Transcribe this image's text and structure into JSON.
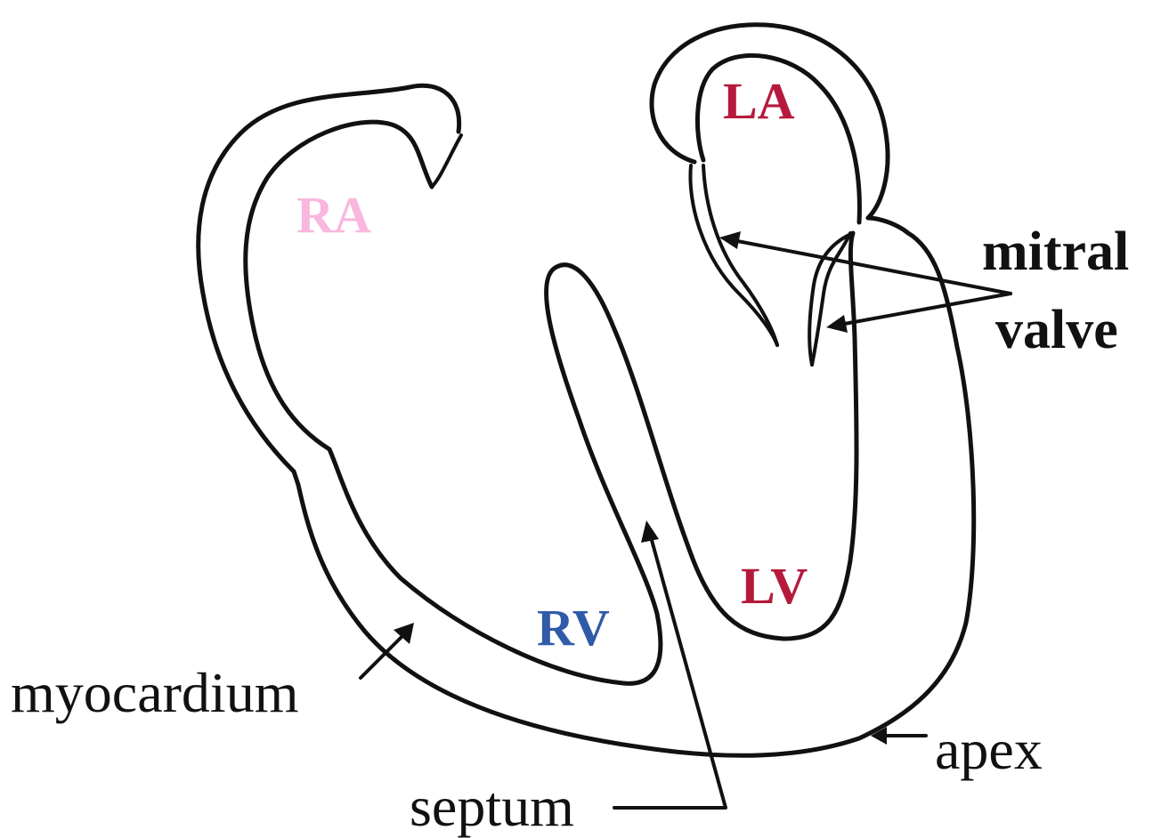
{
  "colors": {
    "RA": "#f9b7dd",
    "LA": "#b51a3c",
    "LV": "#b51a3c",
    "RV": "#2f5ba8",
    "ink": "#111111"
  },
  "chambers": {
    "ra": "RA",
    "la": "LA",
    "lv": "LV",
    "rv": "RV"
  },
  "callouts": {
    "mitral_line1": "mitral",
    "mitral_line2": "valve",
    "myocardium": "myocardium",
    "septum": "septum",
    "apex": "apex"
  }
}
